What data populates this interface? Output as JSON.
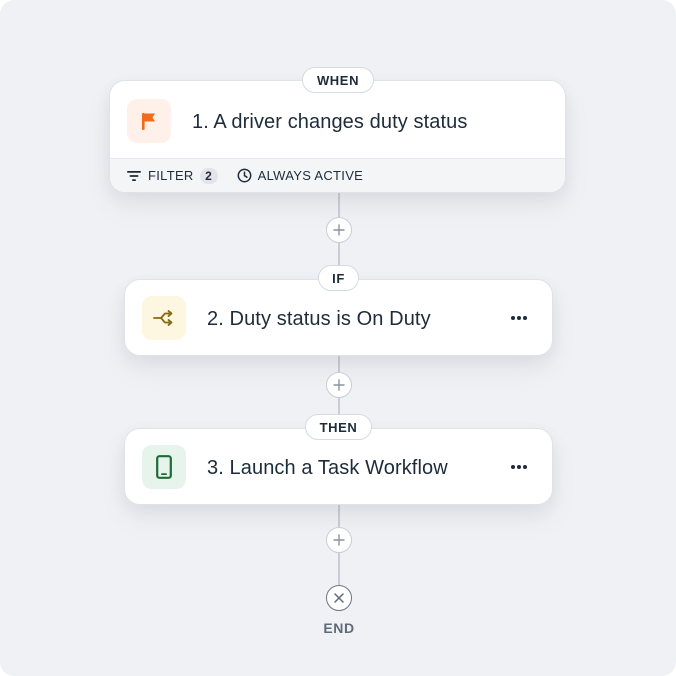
{
  "steps": {
    "trigger": {
      "pill": "WHEN",
      "title": "1. A driver changes duty status",
      "icon": "flag-icon",
      "icon_color": "#f26b1d",
      "tile_color": "#fff1e9",
      "footer": {
        "filter_label": "FILTER",
        "filter_count": "2",
        "active_label": "ALWAYS ACTIVE"
      }
    },
    "condition": {
      "pill": "IF",
      "title": "2. Duty status is On Duty",
      "icon": "branch-arrows-icon",
      "icon_color": "#8a6a10",
      "tile_color": "#fdf6e0"
    },
    "action": {
      "pill": "THEN",
      "title": "3. Launch a Task Workflow",
      "icon": "mobile-phone-icon",
      "icon_color": "#1f6b38",
      "tile_color": "#e7f4ec"
    }
  },
  "end": {
    "label": "END"
  },
  "colors": {
    "background": "#eff1f4",
    "connector": "#c9ced6",
    "text": "#1d2b3a"
  }
}
